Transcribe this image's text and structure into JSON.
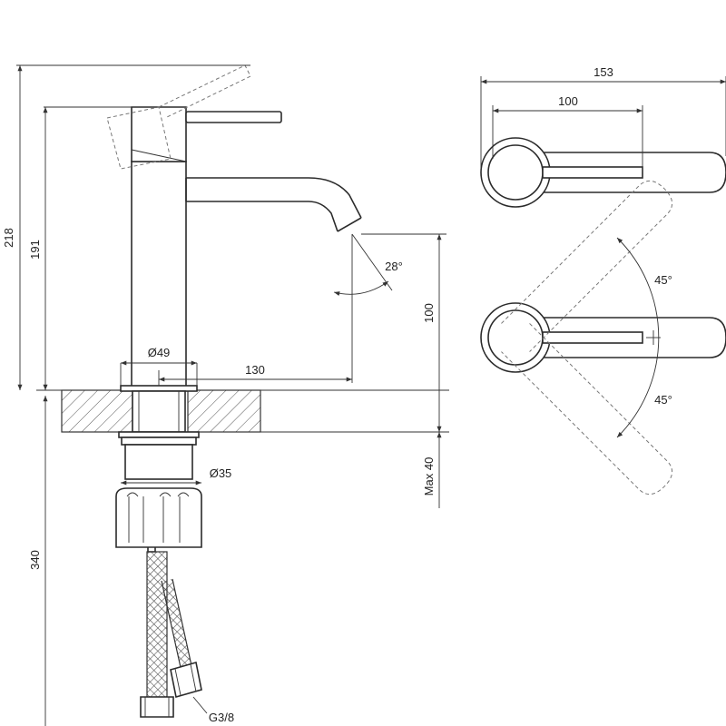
{
  "dimensions": {
    "total_height": "218",
    "spout_height": "191",
    "base_diameter": "Ø49",
    "spout_reach": "130",
    "outlet_height": "100",
    "spout_angle": "28°",
    "hose_length": "340",
    "mount_hole": "Ø35",
    "max_deck": "Max 40",
    "connection": "G3/8",
    "handle_total": "153",
    "handle_length": "100",
    "rotation_up": "45°",
    "rotation_down": "45°"
  },
  "colors": {
    "line": "#2b2b2b",
    "dashed": "#777777",
    "background": "#ffffff"
  }
}
